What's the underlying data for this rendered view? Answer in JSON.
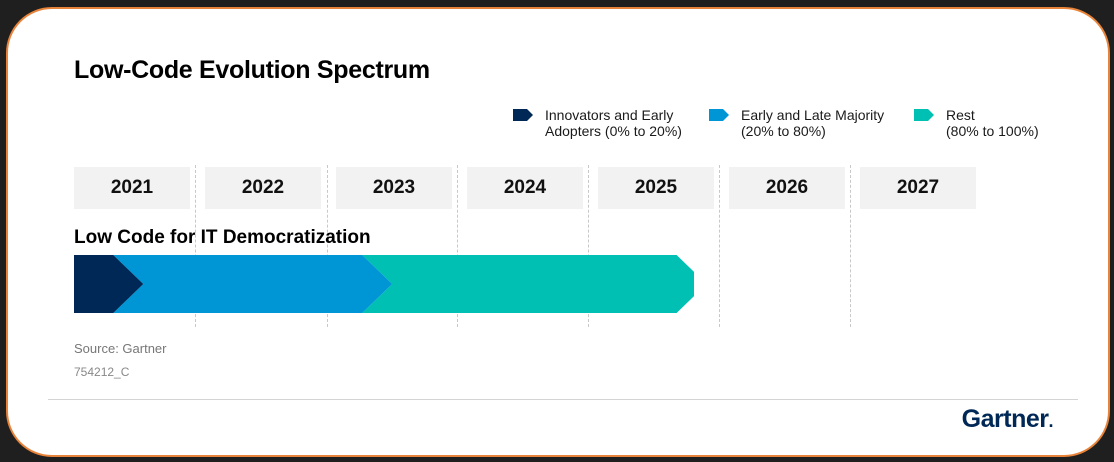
{
  "title": "Low-Code Evolution Spectrum",
  "legend": [
    {
      "line1": "Innovators and Early",
      "line2": "Adopters (0% to 20%)",
      "color": "#002856"
    },
    {
      "line1": "Early and Late Majority",
      "line2": "(20% to 80%)",
      "color": "#0096d6"
    },
    {
      "line1": "Rest",
      "line2": "(80% to 100%)",
      "color": "#00bfb3"
    }
  ],
  "years": [
    "2021",
    "2022",
    "2023",
    "2024",
    "2025",
    "2026",
    "2027"
  ],
  "row_label": "Low Code for IT Democratization",
  "source": "Source: Gartner",
  "code": "754212_C",
  "brand": "Gartner",
  "chart_data": {
    "type": "bar",
    "title": "Low-Code Evolution Spectrum",
    "categories": [
      "2021",
      "2022",
      "2023",
      "2024",
      "2025",
      "2026",
      "2027"
    ],
    "row": "Low Code for IT Democratization",
    "series": [
      {
        "name": "Innovators and Early Adopters (0% to 20%)",
        "start": 2021,
        "end": 2021.3,
        "color": "#002856"
      },
      {
        "name": "Early and Late Majority (20% to 80%)",
        "start": 2021.3,
        "end": 2023.2,
        "color": "#0096d6"
      },
      {
        "name": "Rest (80% to 100%)",
        "start": 2023.2,
        "end": 2025.6,
        "color": "#00bfb3"
      }
    ],
    "xlim": [
      2021,
      2028
    ]
  }
}
